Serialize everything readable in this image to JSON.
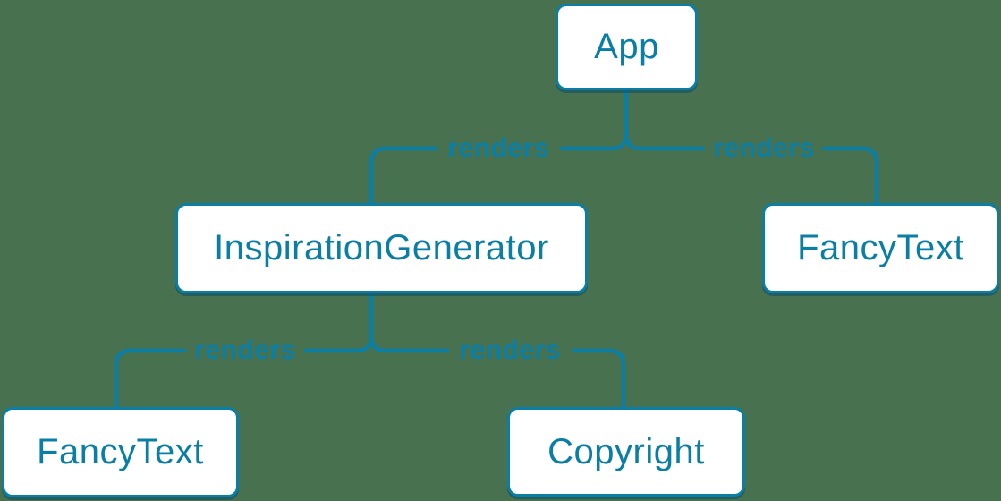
{
  "diagram": {
    "kind": "react-component-render-tree",
    "nodes": [
      {
        "id": "app",
        "label": "App"
      },
      {
        "id": "inspiration-generator",
        "label": "InspirationGenerator"
      },
      {
        "id": "fancy-text-top",
        "label": "FancyText"
      },
      {
        "id": "fancy-text-bottom",
        "label": "FancyText"
      },
      {
        "id": "copyright",
        "label": "Copyright"
      }
    ],
    "edges": [
      {
        "from": "app",
        "to": "inspiration-generator",
        "label": "renders"
      },
      {
        "from": "app",
        "to": "fancy-text-top",
        "label": "renders"
      },
      {
        "from": "inspiration-generator",
        "to": "fancy-text-bottom",
        "label": "renders"
      },
      {
        "from": "inspiration-generator",
        "to": "copyright",
        "label": "renders"
      }
    ],
    "colors": {
      "background": "#48714F",
      "stroke": "#0A7EA4",
      "node_fill": "#FFFFFF",
      "node_border": "#0A7EA4",
      "node_text": "#0A7EA4",
      "node_shadow": "rgba(9,77,107,0.55)"
    }
  }
}
